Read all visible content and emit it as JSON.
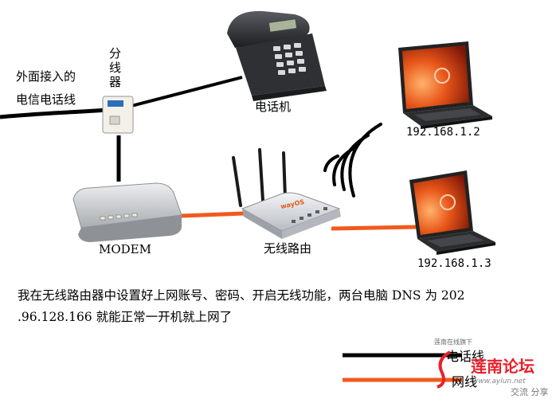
{
  "labels": {
    "incoming_line": [
      "外面接入的",
      "电信电话线"
    ],
    "splitter": [
      "分",
      "线",
      "器"
    ],
    "phone": "电话机",
    "modem": "MODEM",
    "router": "无线路由",
    "router_brand": "wayOS",
    "laptop1_ip": "192.168.1.2",
    "laptop2_ip": "192.168.1.3"
  },
  "description": [
    "我在无线路由器中设置好上网账号、密码、开启无线功能，两台电脑 DNS 为 202",
    ".96.128.166 就能正常一开机就上网了"
  ],
  "legend": {
    "phone_line": "电话线",
    "network_line": "网线"
  },
  "watermark": {
    "name": "莲南论坛",
    "site": "www.aylun.net",
    "slogan": "交流 分享",
    "tagline": "莲南在线旗下"
  },
  "colors": {
    "phone_line": "#000000",
    "network_line": "#f05a1e",
    "watermark_red": "#e8202a"
  }
}
